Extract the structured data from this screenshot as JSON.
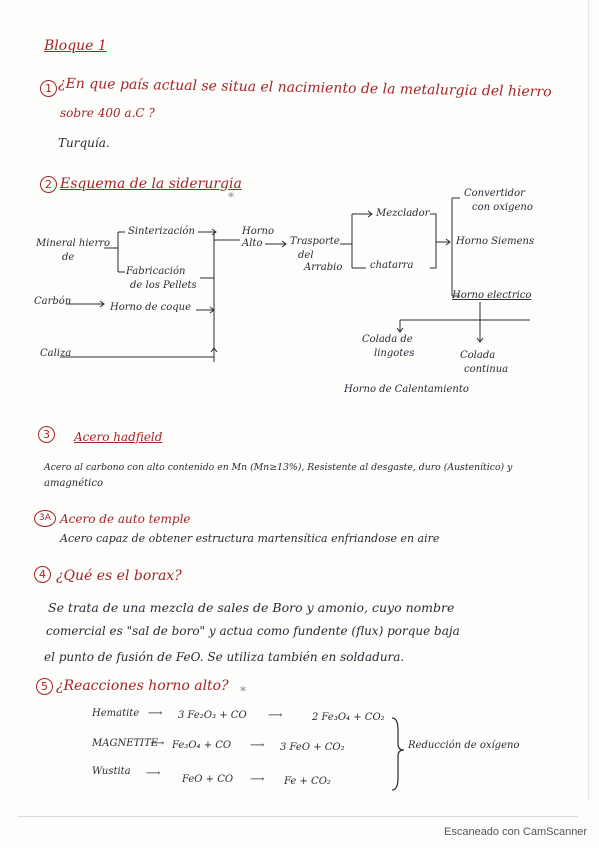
{
  "bloque": "Bloque 1",
  "q1": {
    "num": "1",
    "question_l1": "¿En que país actual se situa el nacimiento de la metalurgia del hierro",
    "question_l2": "sobre 400 a.C ?",
    "answer": "Turquía."
  },
  "q2": {
    "num": "2",
    "title": "Esquema de la siderurgia",
    "star": "*",
    "diagram": {
      "mineral_1": "Mineral hierro",
      "mineral_2": "de",
      "sinterizacion": "Sinterización",
      "fabricacion_1": "Fabricación",
      "fabricacion_2": "de los Pellets",
      "carbon": "Carbón",
      "horno_coque": "Horno de coque",
      "caliza": "Caliza",
      "horno_alto_1": "Horno",
      "horno_alto_2": "Alto",
      "transporte_1": "Trasporte",
      "transporte_2": "del",
      "transporte_3": "Arrabio",
      "mezclador": "Mezclador",
      "chatarra": "chatarra",
      "convertidor_1": "Convertidor",
      "convertidor_2": "con oxigeno",
      "horno_siemens": "Horno Siemens",
      "horno_electrico": "Horno electrico",
      "colada_lingotes_1": "Colada de",
      "colada_lingotes_2": "lingotes",
      "colada_continua_1": "Colada",
      "colada_continua_2": "continua",
      "horno_calentamiento": "Horno de Calentamiento"
    }
  },
  "q3": {
    "num": "3",
    "title": "Acero hadfield",
    "text_l1": "Acero al carbono con alto contenido en Mn (Mn≥13%), Resistente al desgaste, duro (Austenítico) y",
    "text_l2": "amagnético"
  },
  "q3a": {
    "num": "3A",
    "title": "Acero de auto temple",
    "text": "Acero capaz de obtener estructura martensítica enfriandose en aire"
  },
  "q4": {
    "num": "4",
    "title": "¿Qué es el borax?",
    "text_l1": "Se trata de una mezcla de sales de Boro y amonio, cuyo nombre",
    "text_l2": "comercial es \"sal de boro\" y actua como fundente (flux) porque baja",
    "text_l3": "el punto de fusión de FeO. Se utiliza también en soldadura."
  },
  "q5": {
    "num": "5",
    "title": "¿Reacciones horno alto?",
    "star": "*",
    "reactions": [
      {
        "mineral": "Hematite",
        "reactants": "3 Fe₂O₃ + CO",
        "products": "2 Fe₃O₄ + CO₂"
      },
      {
        "mineral": "MAGNETITE",
        "reactants": "Fe₃O₄ + CO",
        "products": "3 FeO + CO₂"
      },
      {
        "mineral": "Wustita",
        "reactants": "FeO + CO",
        "products": "Fe + CO₂"
      }
    ],
    "reduction_note": "Reducción de oxígeno"
  },
  "footer": "Escaneado con CamScanner",
  "colors": {
    "ink": "#2a2a36",
    "red_ink": "#a42526"
  }
}
